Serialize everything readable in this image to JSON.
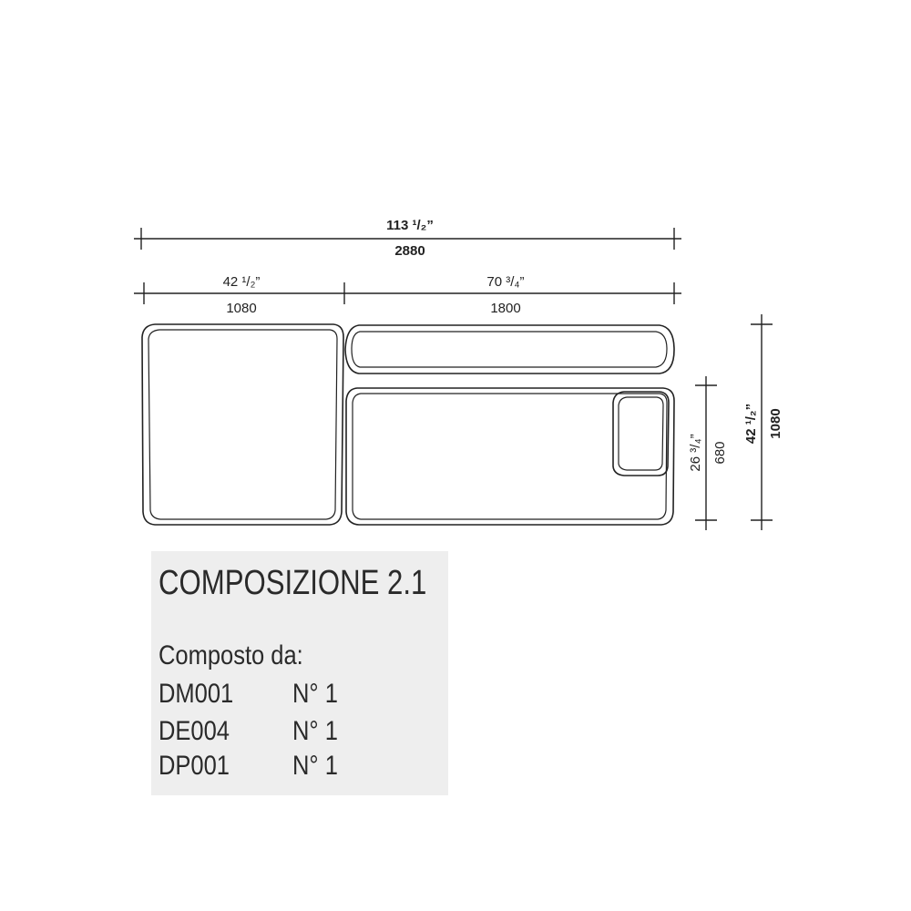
{
  "drawing": {
    "dimensions": {
      "total_width_in": "113 ¹/₂”",
      "total_width_mm": "2880",
      "left_width_in": "42 ¹/₂”",
      "left_width_mm": "1080",
      "right_width_in": "70 ³/₄”",
      "right_width_mm": "1800",
      "partial_depth_in": "26 ³/₄”",
      "partial_depth_mm": "680",
      "total_depth_in": "42 ¹/₂”",
      "total_depth_mm": "1080"
    }
  },
  "composition": {
    "title": "COMPOSIZIONE 2.1",
    "subtitle": "Composto da:",
    "items": [
      {
        "code": "DM001",
        "qty": "N° 1"
      },
      {
        "code": "DE004",
        "qty": "N° 1"
      },
      {
        "code": "DP001",
        "qty": "N° 1"
      }
    ]
  }
}
